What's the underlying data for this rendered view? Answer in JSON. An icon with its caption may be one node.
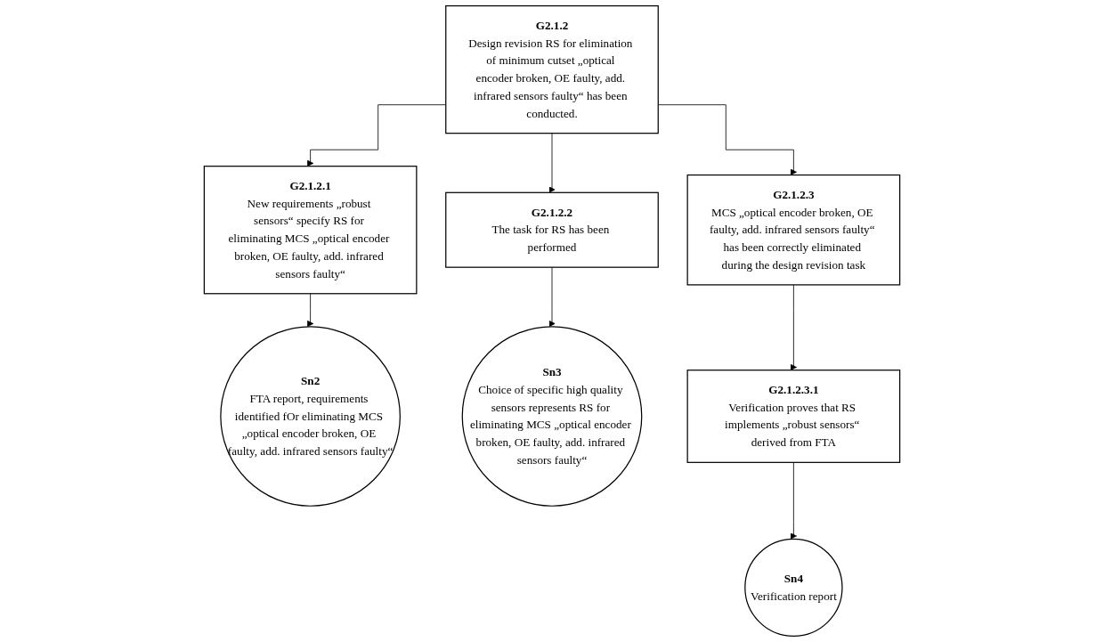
{
  "diagram": {
    "nodes": [
      {
        "text": [
          "G2.1.2",
          "Design revision RS for elimination of minimum cutset „optical encoder broken, OE faulty, add. infrared sensors faulty“ has been conducted."
        ]
      },
      {
        "text": [
          "G2.1.2.1",
          "New requirements „robust sensors“ specify RS for eliminating MCS „optical encoder broken, OE faulty, add. infrared sensors faulty“"
        ]
      },
      {
        "text": [
          "G2.1.2.2",
          "The task for RS has been performed"
        ]
      },
      {
        "text": [
          "G2.1.2.3",
          "MCS „optical encoder broken, OE faulty, add. infrared sensors faulty“ has been correctly eliminated during the design revision task"
        ]
      },
      {
        "text": [
          "Sn2",
          "FTA report, requirements identified fOr eliminating MCS „optical encoder broken, OE faulty, add. infrared sensors faulty“"
        ]
      },
      {
        "text": [
          "Sn3",
          "Choice of specific high quality sensors represents RS for eliminating MCS „optical encoder broken, OE faulty, add. infrared sensors faulty“"
        ]
      },
      {
        "text": [
          "G2.1.2.3.1",
          "Verification proves that RS implements „robust sensors“ derived from FTA"
        ]
      },
      {
        "text": [
          "Sn4",
          "Verification report"
        ]
      }
    ],
    "edges": [
      {
        "from": 0,
        "to": 1,
        "arrow": "to"
      },
      {
        "from": 0,
        "to": 2,
        "arrow": "to"
      },
      {
        "from": 0,
        "to": 3,
        "arrow": "to"
      },
      {
        "from": 1,
        "to": 4,
        "arrow": "to"
      },
      {
        "from": 2,
        "to": 5,
        "arrow": "to"
      },
      {
        "from": 3,
        "to": 6,
        "arrow": "to"
      },
      {
        "from": 6,
        "to": 7,
        "arrow": "to"
      }
    ]
  }
}
